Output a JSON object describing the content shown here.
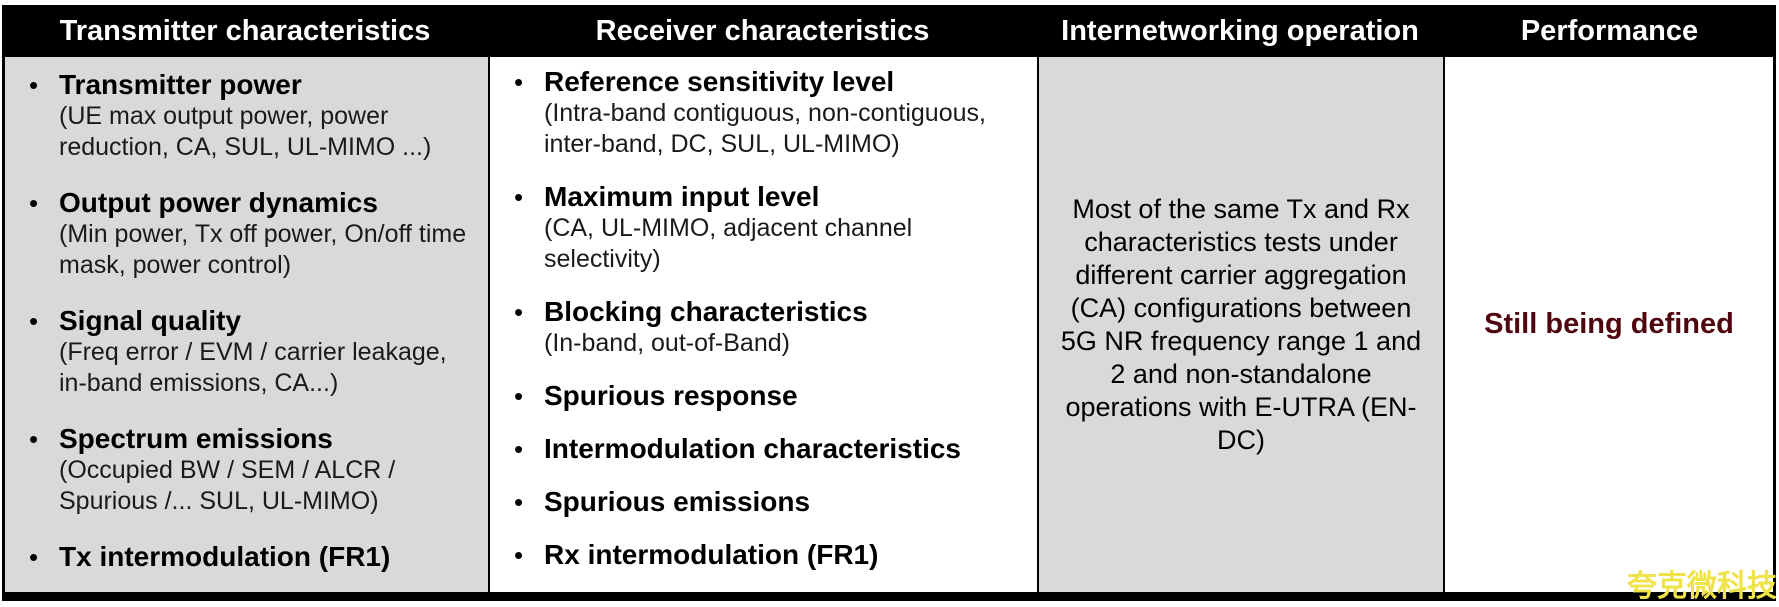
{
  "glyphs": {
    "bullet": "•"
  },
  "colors": {
    "header_bg": "#000000",
    "header_text": "#ffffff",
    "cell_gray": "#d9d9d9",
    "cell_white": "#ffffff",
    "border": "#000000",
    "performance_text": "#50060f",
    "watermark": "#efe34a"
  },
  "table": {
    "columns": [
      {
        "header": "Transmitter characteristics",
        "items": [
          {
            "title": "Transmitter power",
            "detail": "(UE max output power, power reduction, CA, SUL, UL-MIMO ...)"
          },
          {
            "title": "Output power dynamics",
            "detail": "(Min power, Tx off power, On/off time mask, power control)"
          },
          {
            "title": "Signal quality",
            "detail": "(Freq error / EVM / carrier leakage, in-band emissions, CA...)"
          },
          {
            "title": "Spectrum emissions",
            "detail": "(Occupied BW / SEM / ALCR / Spurious /... SUL, UL-MIMO)"
          },
          {
            "title": "Tx intermodulation (FR1)",
            "detail": ""
          }
        ]
      },
      {
        "header": "Receiver characteristics",
        "items": [
          {
            "title": "Reference sensitivity level",
            "detail": "(Intra-band contiguous, non-contiguous, inter-band, DC, SUL, UL-MIMO)"
          },
          {
            "title": "Maximum input level",
            "detail": "(CA, UL-MIMO, adjacent channel selectivity)"
          },
          {
            "title": "Blocking characteristics",
            "detail": "(In-band, out-of-Band)"
          },
          {
            "title": "Spurious response",
            "detail": ""
          },
          {
            "title": "Intermodulation characteristics",
            "detail": ""
          },
          {
            "title": "Spurious emissions",
            "detail": ""
          },
          {
            "title": "Rx intermodulation (FR1)",
            "detail": ""
          }
        ]
      },
      {
        "header": "Internetworking operation",
        "body_text": "Most of the same Tx and Rx characteristics tests under different carrier aggregation (CA) configurations between 5G NR frequency range 1 and 2 and non-standalone operations with  E-UTRA (EN-DC)"
      },
      {
        "header": "Performance",
        "body_text": "Still being defined"
      }
    ]
  },
  "watermark": {
    "text": "夸克微科技"
  }
}
